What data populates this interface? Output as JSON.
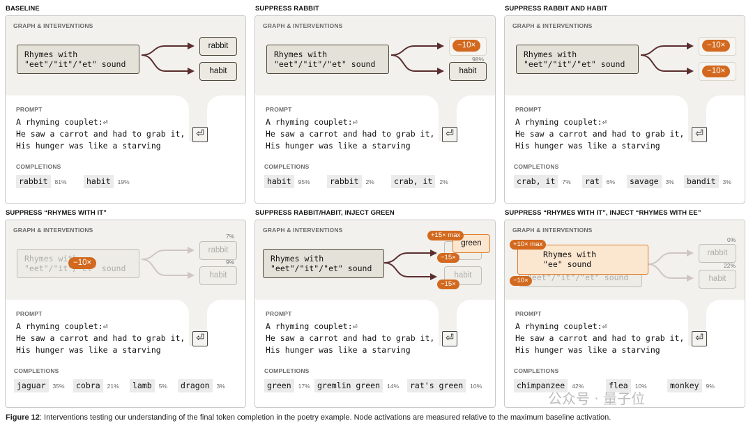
{
  "labels": {
    "graph": "GRAPH & INTERVENTIONS",
    "prompt": "PROMPT",
    "completions": "COMPLETIONS"
  },
  "prompt": {
    "line1": "A rhyming couplet:⏎",
    "line2": "He saw a carrot and had to grab it,",
    "line3": "His hunger was like a starving",
    "enter_glyph": "⏎"
  },
  "panels": [
    {
      "title": "BASELINE",
      "node_text": "Rhymes with\n\"eet\"/\"it\"/\"et\" sound",
      "out_top": "rabbit",
      "out_bottom": "habit",
      "completions": [
        {
          "word": "rabbit",
          "pct": "81%"
        },
        {
          "word": "habit",
          "pct": "19%"
        }
      ]
    },
    {
      "title": "SUPPRESS RABBIT",
      "node_text": "Rhymes with\n\"eet\"/\"it\"/\"et\" sound",
      "badge_top": "−10×",
      "pct_top": "98%",
      "out_bottom": "habit",
      "completions": [
        {
          "word": "habit",
          "pct": "95%"
        },
        {
          "word": "rabbit",
          "pct": "2%"
        },
        {
          "word": "crab, it",
          "pct": "2%"
        }
      ]
    },
    {
      "title": "SUPPRESS RABBIT AND HABIT",
      "node_text": "Rhymes with\n\"eet\"/\"it\"/\"et\" sound",
      "badge_top": "−10×",
      "badge_bottom": "−10×",
      "completions": [
        {
          "word": "crab, it",
          "pct": "7%"
        },
        {
          "word": "rat",
          "pct": "6%"
        },
        {
          "word": "savage",
          "pct": "3%"
        },
        {
          "word": "bandit",
          "pct": "3%"
        }
      ]
    },
    {
      "title": "SUPPRESS “RHYMES WITH IT”",
      "node_text": "Rhymes with\n\"eet\"/\"it\"/\"et\" sound",
      "badge_node": "−10×",
      "out_top": "rabbit",
      "out_bottom": "habit",
      "pct_top": "7%",
      "pct_bottom": "9%",
      "completions": [
        {
          "word": "jaguar",
          "pct": "35%"
        },
        {
          "word": "cobra",
          "pct": "21%"
        },
        {
          "word": "lamb",
          "pct": "5%"
        },
        {
          "word": "dragon",
          "pct": "3%"
        }
      ]
    },
    {
      "title": "SUPPRESS RABBIT/HABIT, INJECT GREEN",
      "node_text": "Rhymes with\n\"eet\"/\"it\"/\"et\" sound",
      "out_top": "rabbit",
      "out_bottom": "habit",
      "out_inject": "green",
      "badge_inject": "+15× max",
      "badge_top": "−15×",
      "badge_bottom": "−15×",
      "completions": [
        {
          "word": "green",
          "pct": "17%"
        },
        {
          "word": "gremlin green",
          "pct": "14%"
        },
        {
          "word": "rat's green",
          "pct": "10%"
        }
      ]
    },
    {
      "title": "SUPPRESS “RHYMES WITH IT”, INJECT “RHYMES WITH EE”",
      "node_text": "Rhymes with\n\"eet\"/\"it\"/\"et\" sound",
      "inject_text": "Rhymes with\n\"ee\" sound",
      "badge_inject": "+10× max",
      "badge_node": "−10×",
      "out_top": "rabbit",
      "out_bottom": "habit",
      "pct_top": "0%",
      "pct_bottom": "22%",
      "completions": [
        {
          "word": "chimpanzee",
          "pct": "42%"
        },
        {
          "word": "flea",
          "pct": "10%"
        },
        {
          "word": "monkey",
          "pct": "9%"
        }
      ]
    }
  ],
  "caption": {
    "bold": "Figure 12",
    "text": ": Interventions testing our understanding of the final token completion in the poetry example. Node activations are measured relative to the maximum baseline activation."
  },
  "watermark": "公众号 · 量子位",
  "colors": {
    "accent": "#d2691e",
    "arrow": "#5a2e2e",
    "node_fill": "#e4e2d8",
    "inject_fill": "#fbe6cf"
  }
}
